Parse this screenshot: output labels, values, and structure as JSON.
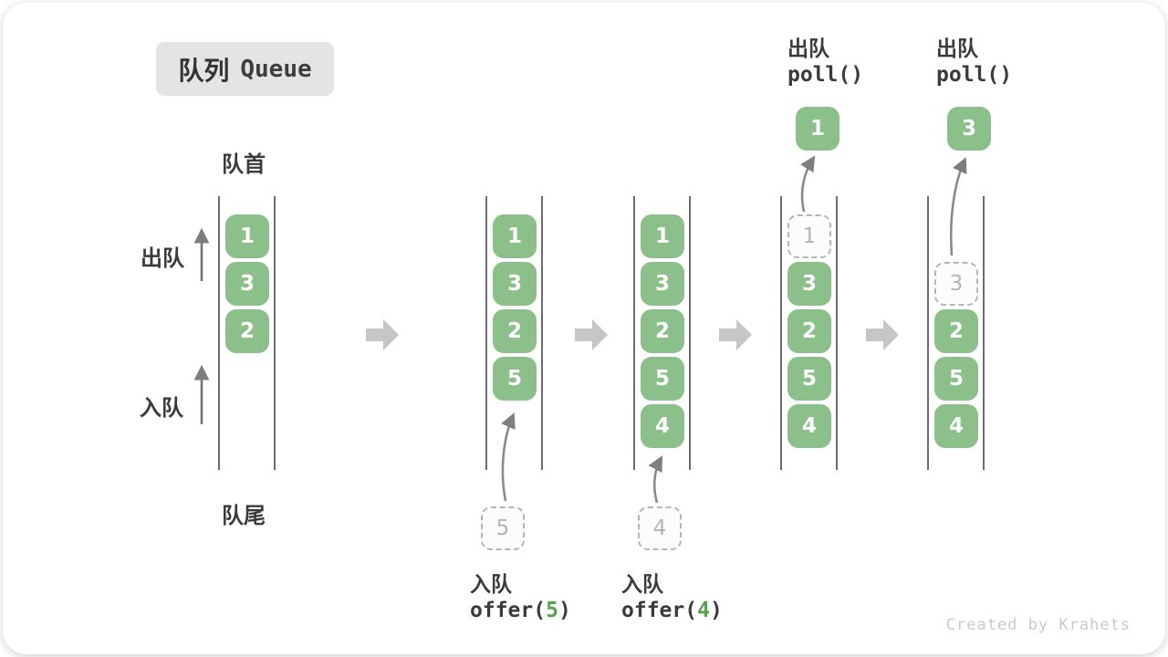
{
  "title": {
    "zh": "队列",
    "en": "Queue"
  },
  "labels": {
    "front": "队首",
    "rear": "队尾",
    "dequeue": "出队",
    "enqueue": "入队"
  },
  "states": [
    {
      "name": "initial",
      "boxes": [
        "1",
        "3",
        "2"
      ]
    },
    {
      "name": "after-offer-5",
      "boxes": [
        "1",
        "3",
        "2",
        "5"
      ],
      "incoming": "5",
      "op": {
        "label": "入队",
        "fn": "offer(",
        "arg": "5",
        "close": ")"
      }
    },
    {
      "name": "after-offer-4",
      "boxes": [
        "1",
        "3",
        "2",
        "5",
        "4"
      ],
      "incoming": "4",
      "op": {
        "label": "入队",
        "fn": "offer(",
        "arg": "4",
        "close": ")"
      }
    },
    {
      "name": "after-poll-1",
      "boxes": [
        "3",
        "2",
        "5",
        "4"
      ],
      "removed": "1",
      "result": "1",
      "op": {
        "label": "出队",
        "code": "poll()"
      }
    },
    {
      "name": "after-poll-3",
      "boxes": [
        "2",
        "5",
        "4"
      ],
      "removed": "3",
      "result": "3",
      "op": {
        "label": "出队",
        "code": "poll()"
      }
    }
  ],
  "watermark": "Created by Krahets",
  "colors": {
    "box_green": "#8cc08a",
    "code_arg_green": "#57a14f",
    "ghost_gray": "#b5b5b5",
    "step_arrow_gray": "#c6c6c6",
    "wall_gray": "#6d6d6d",
    "text_dark": "#3b3b3b",
    "title_bg": "#e4e4e4"
  }
}
